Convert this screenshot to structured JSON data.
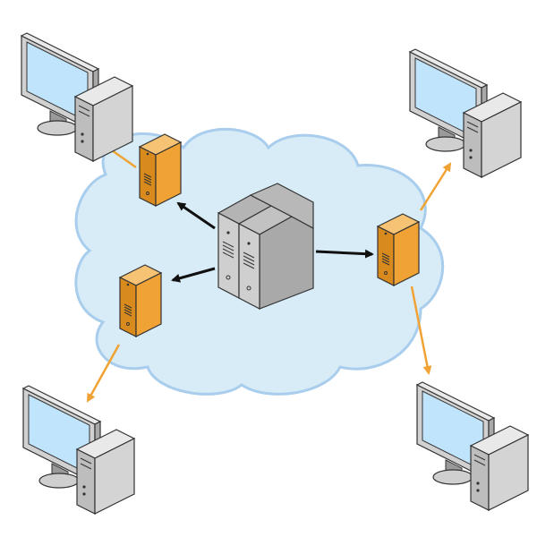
{
  "diagram": {
    "cloud": {
      "fill": "#d8ecf8",
      "stroke": "#a9cdec"
    },
    "main_server": {
      "count": 2,
      "body_color": "#cfcfcf",
      "top_color": "#b4b4b4"
    },
    "edge_servers": {
      "count": 3,
      "color": "#f0a334",
      "dark": "#c97c12"
    },
    "computers": {
      "count": 4,
      "screen_color": "#bfe4fb",
      "case_color": "#cfcfcf"
    },
    "arrows": {
      "black": "#111111",
      "orange": "#f0a334"
    }
  }
}
